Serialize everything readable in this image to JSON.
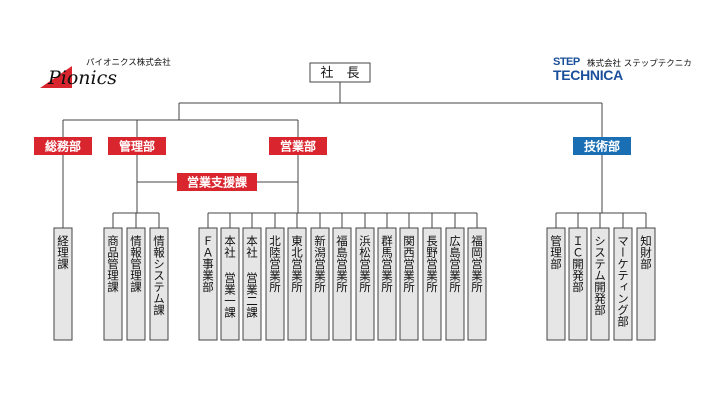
{
  "logos": {
    "left": {
      "subtitle": "パイオニクス株式会社",
      "wordmark": "Pionics"
    },
    "right": {
      "wordmark_top": "STEP",
      "wordmark_bottom": "TECHNICA",
      "subtitle": "株式会社 ステップテクニカ"
    }
  },
  "colors": {
    "red": "#d9262e",
    "blue": "#1a6fb4",
    "line": "#444444",
    "box_fill": "#e6e6e6"
  },
  "nodes": {
    "president": "社　長",
    "depts": [
      {
        "id": "somu",
        "label": "総務部",
        "color": "red"
      },
      {
        "id": "kanri",
        "label": "管理部",
        "color": "red"
      },
      {
        "id": "eigyo",
        "label": "営業部",
        "color": "red"
      },
      {
        "id": "gijutsu",
        "label": "技術部",
        "color": "blue"
      }
    ],
    "support": "営業支援課",
    "leaves": [
      {
        "id": "keiri",
        "label": "経理課",
        "parent": "somu"
      },
      {
        "id": "shohin",
        "label": "商品管理課",
        "parent": "kanri"
      },
      {
        "id": "johokanri",
        "label": "情報管理課",
        "parent": "kanri"
      },
      {
        "id": "johosys",
        "label": "情報システム課",
        "parent": "kanri"
      },
      {
        "id": "fa",
        "label": "ＦＡ事業部",
        "parent": "eigyo"
      },
      {
        "id": "honsha1",
        "label": "本社 営業一課",
        "parent": "eigyo"
      },
      {
        "id": "honsha2",
        "label": "本社 営業二課",
        "parent": "eigyo"
      },
      {
        "id": "hokuriku",
        "label": "北陸営業所",
        "parent": "eigyo"
      },
      {
        "id": "tohoku",
        "label": "東北営業所",
        "parent": "eigyo"
      },
      {
        "id": "niigata",
        "label": "新潟営業所",
        "parent": "eigyo"
      },
      {
        "id": "fukushima",
        "label": "福島営業所",
        "parent": "eigyo"
      },
      {
        "id": "hamamatsu",
        "label": "浜松営業所",
        "parent": "eigyo"
      },
      {
        "id": "gunma",
        "label": "群馬営業所",
        "parent": "eigyo"
      },
      {
        "id": "kansai",
        "label": "関西営業所",
        "parent": "eigyo"
      },
      {
        "id": "nagano",
        "label": "長野営業所",
        "parent": "eigyo"
      },
      {
        "id": "hiroshima",
        "label": "広島営業所",
        "parent": "eigyo"
      },
      {
        "id": "fukuoka",
        "label": "福岡営業所",
        "parent": "eigyo"
      },
      {
        "id": "kanribu",
        "label": "管理部",
        "parent": "gijutsu"
      },
      {
        "id": "ic",
        "label": "ＩＣ開発部",
        "parent": "gijutsu"
      },
      {
        "id": "sys",
        "label": "システム開発部",
        "parent": "gijutsu"
      },
      {
        "id": "mkt",
        "label": "マーケティング部",
        "parent": "gijutsu"
      },
      {
        "id": "chizai",
        "label": "知財部",
        "parent": "gijutsu"
      }
    ]
  }
}
